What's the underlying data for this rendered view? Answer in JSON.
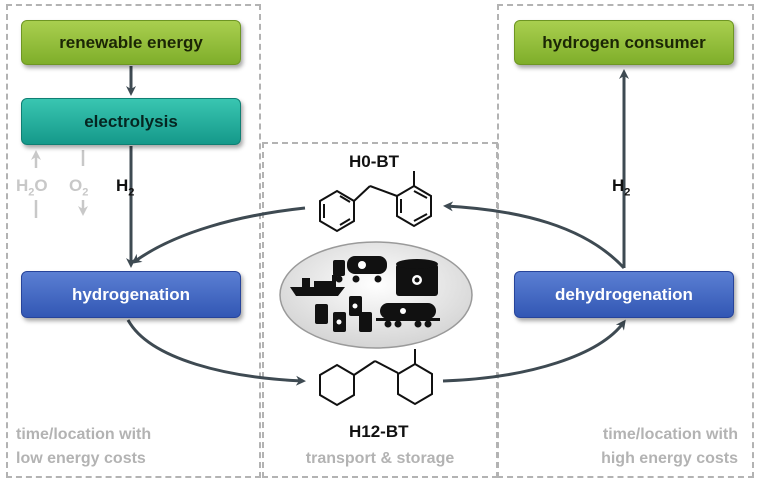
{
  "boxes": {
    "renewable_energy": "renewable energy",
    "electrolysis": "electrolysis",
    "hydrogenation": "hydrogenation",
    "hydrogen_consumer": "hydrogen consumer",
    "dehydrogenation": "dehydrogenation"
  },
  "molecules": {
    "unloaded": "H0-BT",
    "loaded": "H12-BT"
  },
  "species": {
    "h2": "H",
    "h2_sub": "2",
    "water": "H",
    "water_sub": "2",
    "water_tail": "O",
    "oxygen": "O",
    "oxygen_sub": "2"
  },
  "zones": {
    "left_line1": "time/location with",
    "left_line2": "low energy costs",
    "middle": "transport & storage",
    "right_line1": "time/location with",
    "right_line2": "high energy costs"
  },
  "colors": {
    "green": "#8dbb34",
    "teal": "#1fae9b",
    "blue": "#3a61bf",
    "arrow": "#3e4a52",
    "dashed": "#b3b3b3"
  },
  "icons": [
    "ship-icon",
    "tanker-truck-icon",
    "storage-tank-icon",
    "oil-barrels-icon",
    "rail-tank-car-icon"
  ]
}
